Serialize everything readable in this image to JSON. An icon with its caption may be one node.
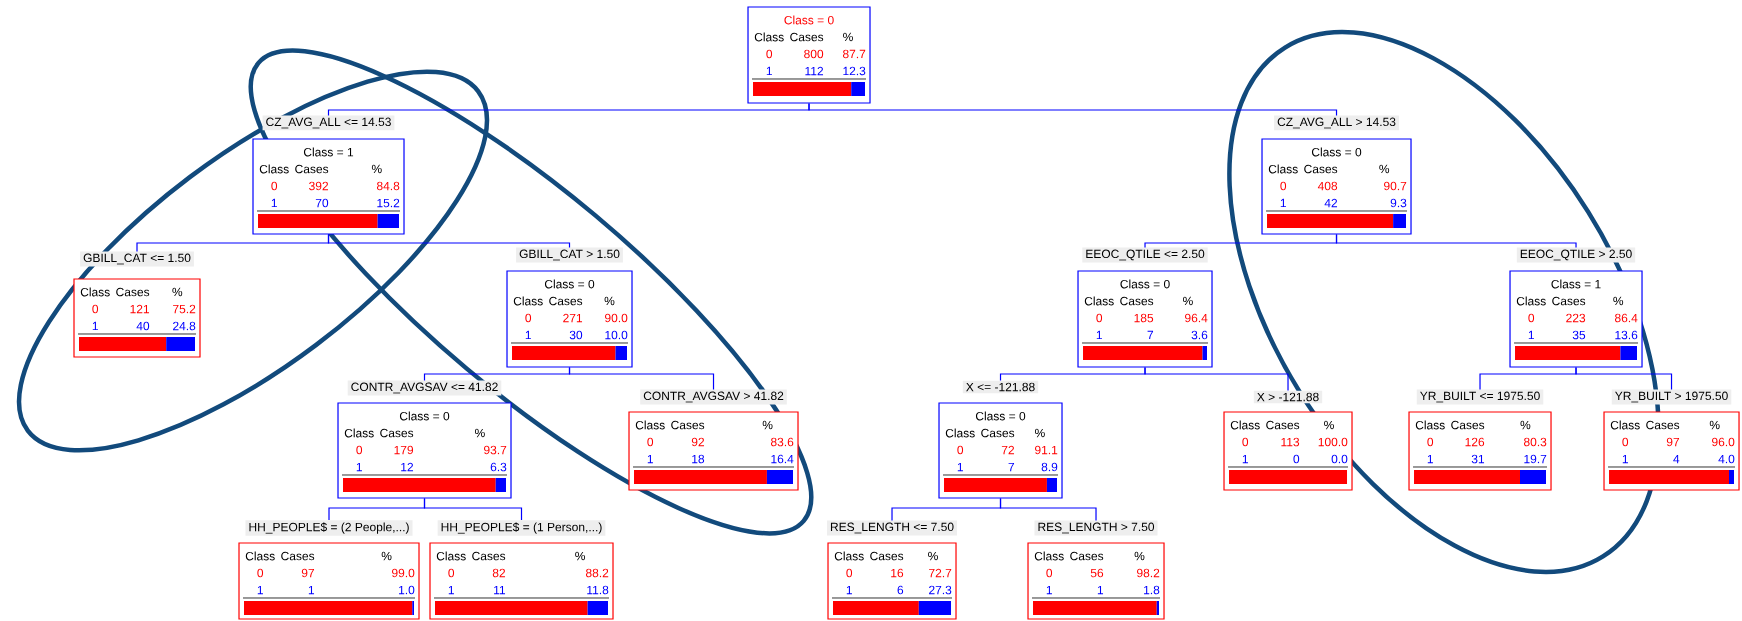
{
  "diagram": {
    "nodes": [
      {
        "text": [
          "Class = 0",
          "Class",
          "Cases",
          "%",
          "0",
          "800",
          "87.7",
          "1",
          "112",
          "12.3"
        ]
      },
      {
        "text": [
          "CZ_AVG_ALL <= 14.53",
          "Class = 1",
          "Class",
          "Cases",
          "%",
          "0",
          "392",
          "84.8",
          "1",
          "70",
          "15.2"
        ]
      },
      {
        "text": [
          "CZ_AVG_ALL > 14.53",
          "Class = 0",
          "Class",
          "Cases",
          "%",
          "0",
          "408",
          "90.7",
          "1",
          "42",
          "9.3"
        ]
      },
      {
        "text": [
          "GBILL_CAT <= 1.50",
          "Class",
          "Cases",
          "%",
          "0",
          "121",
          "75.2",
          "1",
          "40",
          "24.8"
        ]
      },
      {
        "text": [
          "GBILL_CAT > 1.50",
          "Class = 0",
          "Class",
          "Cases",
          "%",
          "0",
          "271",
          "90.0",
          "1",
          "30",
          "10.0"
        ]
      },
      {
        "text": [
          "EEOC_QTILE <= 2.50",
          "Class = 0",
          "Class",
          "Cases",
          "%",
          "0",
          "185",
          "96.4",
          "1",
          "7",
          "3.6"
        ]
      },
      {
        "text": [
          "EEOC_QTILE > 2.50",
          "Class = 1",
          "Class",
          "Cases",
          "%",
          "0",
          "223",
          "86.4",
          "1",
          "35",
          "13.6"
        ]
      },
      {
        "text": [
          "CONTR_AVGSAV <= 41.82",
          "Class = 0",
          "Class",
          "Cases",
          "%",
          "0",
          "179",
          "93.7",
          "1",
          "12",
          "6.3"
        ]
      },
      {
        "text": [
          "CONTR_AVGSAV > 41.82",
          "Class",
          "Cases",
          "%",
          "0",
          "92",
          "83.6",
          "1",
          "18",
          "16.4"
        ]
      },
      {
        "text": [
          "X <= -121.88",
          "Class = 0",
          "Class",
          "Cases",
          "%",
          "0",
          "72",
          "91.1",
          "1",
          "7",
          "8.9"
        ]
      },
      {
        "text": [
          "X > -121.88",
          "Class",
          "Cases",
          "%",
          "0",
          "113",
          "100.0",
          "1",
          "0",
          "0.0"
        ]
      },
      {
        "text": [
          "YR_BUILT <= 1975.50",
          "Class",
          "Cases",
          "%",
          "0",
          "126",
          "80.3",
          "1",
          "31",
          "19.7"
        ]
      },
      {
        "text": [
          "YR_BUILT > 1975.50",
          "Class",
          "Cases",
          "%",
          "0",
          "97",
          "96.0",
          "1",
          "4",
          "4.0"
        ]
      },
      {
        "text": [
          "HH_PEOPLE$ = (2 People,...)",
          "Class",
          "Cases",
          "%",
          "0",
          "97",
          "99.0",
          "1",
          "1",
          "1.0"
        ]
      },
      {
        "text": [
          "HH_PEOPLE$ = (1 Person,...)",
          "Class",
          "Cases",
          "%",
          "0",
          "82",
          "88.2",
          "1",
          "11",
          "11.8"
        ]
      },
      {
        "text": [
          "RES_LENGTH <= 7.50",
          "Class",
          "Cases",
          "%",
          "0",
          "16",
          "72.7",
          "1",
          "6",
          "27.3"
        ]
      },
      {
        "text": [
          "RES_LENGTH > 7.50",
          "Class",
          "Cases",
          "%",
          "0",
          "56",
          "98.2",
          "1",
          "1",
          "1.8"
        ]
      }
    ],
    "edges": [
      {
        "from": 0,
        "to": 1,
        "arrow": "none"
      },
      {
        "from": 0,
        "to": 2,
        "arrow": "none"
      },
      {
        "from": 1,
        "to": 3,
        "arrow": "none"
      },
      {
        "from": 1,
        "to": 4,
        "arrow": "none"
      },
      {
        "from": 2,
        "to": 5,
        "arrow": "none"
      },
      {
        "from": 2,
        "to": 6,
        "arrow": "none"
      },
      {
        "from": 4,
        "to": 7,
        "arrow": "none"
      },
      {
        "from": 4,
        "to": 8,
        "arrow": "none"
      },
      {
        "from": 5,
        "to": 9,
        "arrow": "none"
      },
      {
        "from": 5,
        "to": 10,
        "arrow": "none"
      },
      {
        "from": 6,
        "to": 11,
        "arrow": "none"
      },
      {
        "from": 6,
        "to": 12,
        "arrow": "none"
      },
      {
        "from": 7,
        "to": 13,
        "arrow": "none"
      },
      {
        "from": 7,
        "to": 14,
        "arrow": "none"
      },
      {
        "from": 9,
        "to": 15,
        "arrow": "none"
      },
      {
        "from": 9,
        "to": 16,
        "arrow": "none"
      }
    ]
  }
}
